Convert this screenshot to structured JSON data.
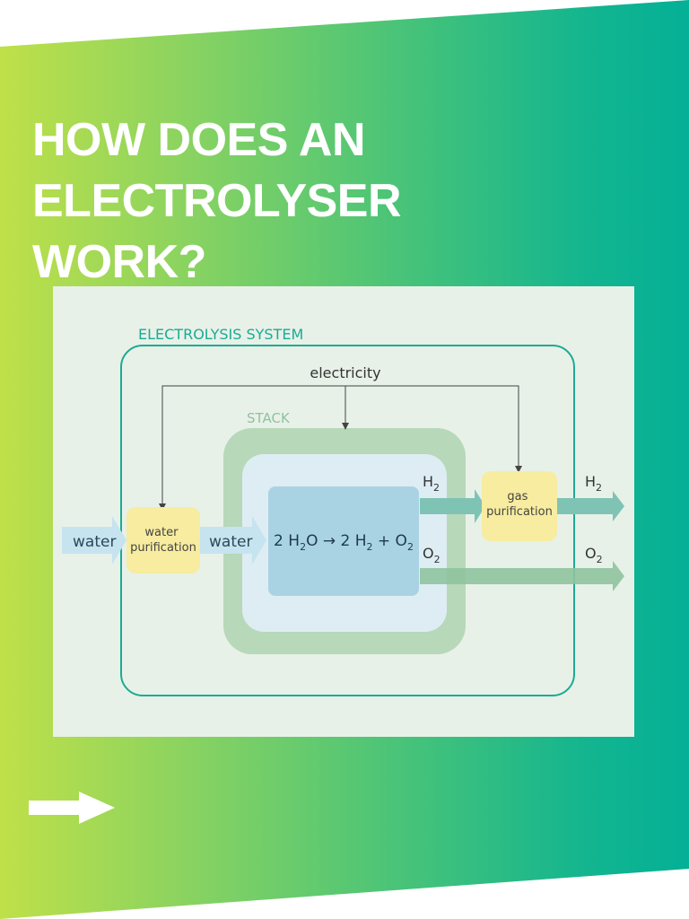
{
  "title": "HOW DOES AN ELECTROLYSER\nWORK?",
  "diagram": {
    "system_label": "ELECTROLYSIS SYSTEM",
    "electricity_label": "electricity",
    "stack_label": "STACK",
    "water_in_label": "water",
    "water_purification_label": "water\npurification",
    "water_to_stack_label": "water",
    "reaction": {
      "part1": "2 H",
      "sub1": "2",
      "part2": "O → 2 H",
      "sub2": "2",
      "part3": " + O",
      "sub3": "2"
    },
    "h2_label": {
      "base": "H",
      "sub": "2"
    },
    "o2_label": {
      "base": "O",
      "sub": "2"
    },
    "gas_purification_label": "gas\npurification",
    "h2_out_label": {
      "base": "H",
      "sub": "2"
    },
    "o2_out_label": {
      "base": "O",
      "sub": "2"
    }
  },
  "colors": {
    "system_border": "#1aab94",
    "stack_outer": "#b7d8b9",
    "stack_inner": "#deedf4",
    "reaction_box": "#a9d3e3",
    "purification_box": "#f7ec9f",
    "water_arrow": "#c6e3f0",
    "h2_arrow": "#7fc3b5",
    "o2_arrow": "#8fc39e"
  },
  "next_icon": "right-arrow-icon"
}
